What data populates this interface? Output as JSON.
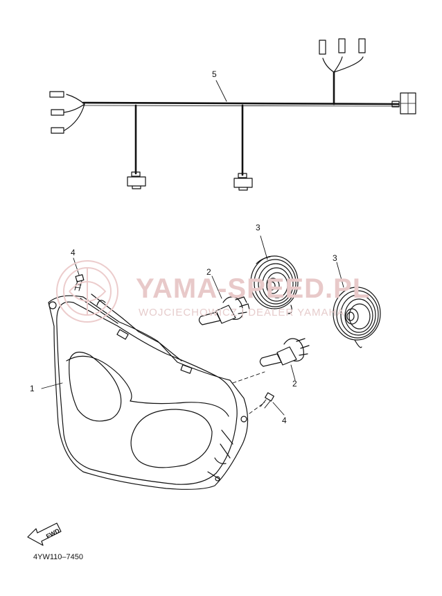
{
  "watermark": {
    "title": "YAMA-SPEED.PL",
    "subtitle": "WOJCIECHOWICZ | DEALER YAMAHA"
  },
  "callouts": {
    "headlight": "1",
    "bulb_upper": "2",
    "bulb_lower": "2",
    "socket_cover_left": "3",
    "socket_cover_right": "3",
    "screw_upper": "4",
    "screw_lower": "4",
    "harness": "5"
  },
  "fwd_label": "FWD",
  "drawing_code": "4YW110–7450"
}
